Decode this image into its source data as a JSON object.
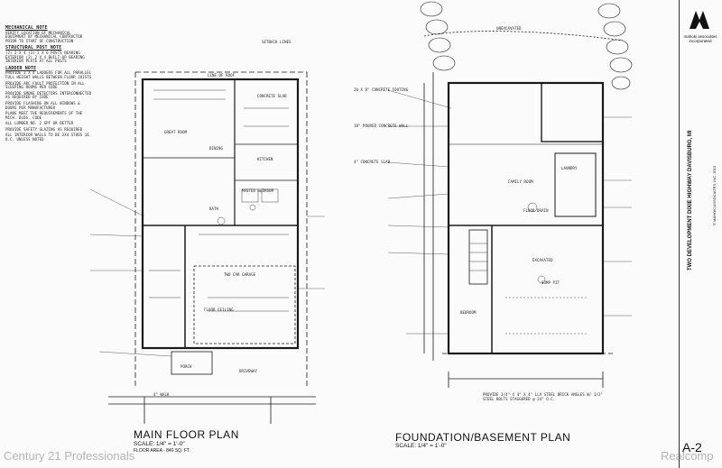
{
  "notes": {
    "mechanical_heading": "MECHANICAL NOTE",
    "mechanical_text": "VERIFY LOCATION OF MECHANICAL EQUIPMENT BY MECHANICAL CONTRACTOR PRIOR TO START OF CONSTRUCTION",
    "structural_heading": "STRUCTURAL POST NOTE",
    "structural_text": "(2) 2 X 4 (3) 2 X 6 POSTS BEARING EXTERIOR (3) 2 X 4 BUILT-UP BEARING INTERIOR PLATE AT ALL POSTS",
    "ladder_heading": "LADDER NOTE",
    "ladder_text": "PROVIDE 3 X 4 LADDERS FOR ALL PARALLEL FULL HEIGHT WALLS BETWEEN FLOOR JOISTS",
    "general_text": [
      "PROVIDE ARC-FAULT PROTECTION IN ALL SLEEPING ROOMS PER CODE",
      "PROVIDE SMOKE DETECTORS INTERCONNECTED AS REQUIRED BY CODE",
      "PROVIDE FLASHING ON ALL WINDOWS & DOORS PER MANUFACTURER",
      "PLANS MEET THE REQUIREMENTS OF THE MICH. BLDG. CODE",
      "ALL LUMBER NO. 2 SPF OR BETTER",
      "PROVIDE SAFETY GLAZING AS REQUIRED",
      "ALL INTERIOR WALLS TO BE 2X4 STUDS 16 O.C. UNLESS NOTED"
    ]
  },
  "main_plan": {
    "title": "MAIN FLOOR PLAN",
    "scale": "SCALE: 1/4\" = 1'-0\"",
    "area": "FLOOR AREA  - 840 SQ. FT.",
    "rooms": [
      "GREAT ROOM",
      "DINING",
      "KITCHEN",
      "MASTER BEDROOM",
      "TWO CAR GARAGE",
      "PORCH",
      "BATH"
    ],
    "labels": [
      "DRIVEWAY",
      "4\" WALK",
      "LINE OF ROOF",
      "FLOOR CEILING",
      "CONCRETE SLAB",
      "SETBACK LINES"
    ]
  },
  "foundation_plan": {
    "title": "FOUNDATION/BASEMENT PLAN",
    "scale": "SCALE: 1/4\" = 1'-0\"",
    "rooms": [
      "FAMILY ROOM",
      "EXCAVATED",
      "LAUNDRY",
      "UNEXCAVATED",
      "BEDROOM"
    ],
    "labels": [
      "20 X 8\" CONCRETE FOOTING",
      "10\" POURED CONCRETE WALL",
      "4\" CONCRETE SLAB",
      "SUMP PIT",
      "FLOOR DRAIN"
    ],
    "note": "PROVIDE 3/4\" X 4\" X 4\" LLV STEEL BRICK ANGLES W/ 1/2\" STEEL BOLTS STAGGERED @ 24\" O.C."
  },
  "title_block": {
    "firm": "mahoki associates incorporated",
    "project": "TWO DEVELOPMENT DIXIE HIGHWAY DAVISBURG, MI",
    "copyright": "© MAHOKI ASSOCIATES, INC. 2013",
    "sheet": "A-2"
  },
  "watermark": {
    "left": "Century 21 Professionals",
    "right": "Realcomp"
  }
}
